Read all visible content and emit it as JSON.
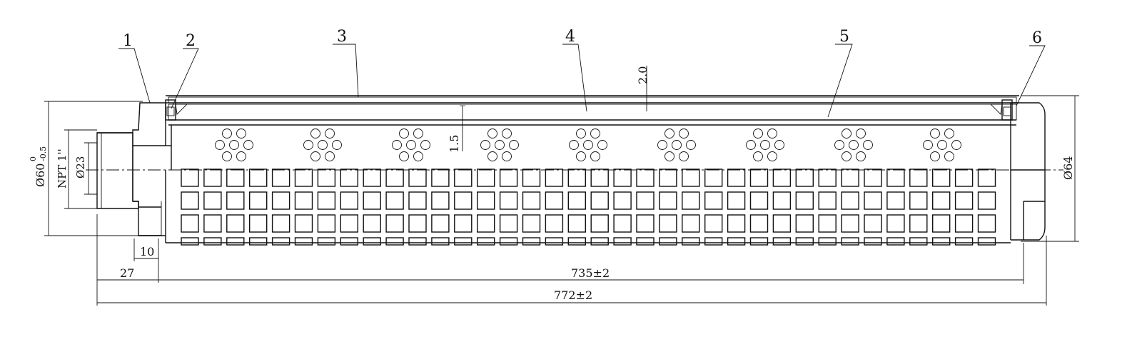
{
  "part_numbers": [
    "1",
    "2",
    "3",
    "4",
    "5",
    "6"
  ],
  "dimensions": {
    "outer_dia_base": "Ø60",
    "outer_dia_sup": "0",
    "outer_dia_sub": "-0.5",
    "thread": "NPT 1''",
    "bore": "Ø23",
    "wall_inner": "1.5",
    "wall_outer": "2.0",
    "right_dia": "Ø64",
    "neck_len": "10",
    "nozzle_len": "27",
    "body_len": "735±2",
    "total_len": "772±2"
  },
  "colors": {
    "line": "#111111",
    "background": "#ffffff"
  }
}
